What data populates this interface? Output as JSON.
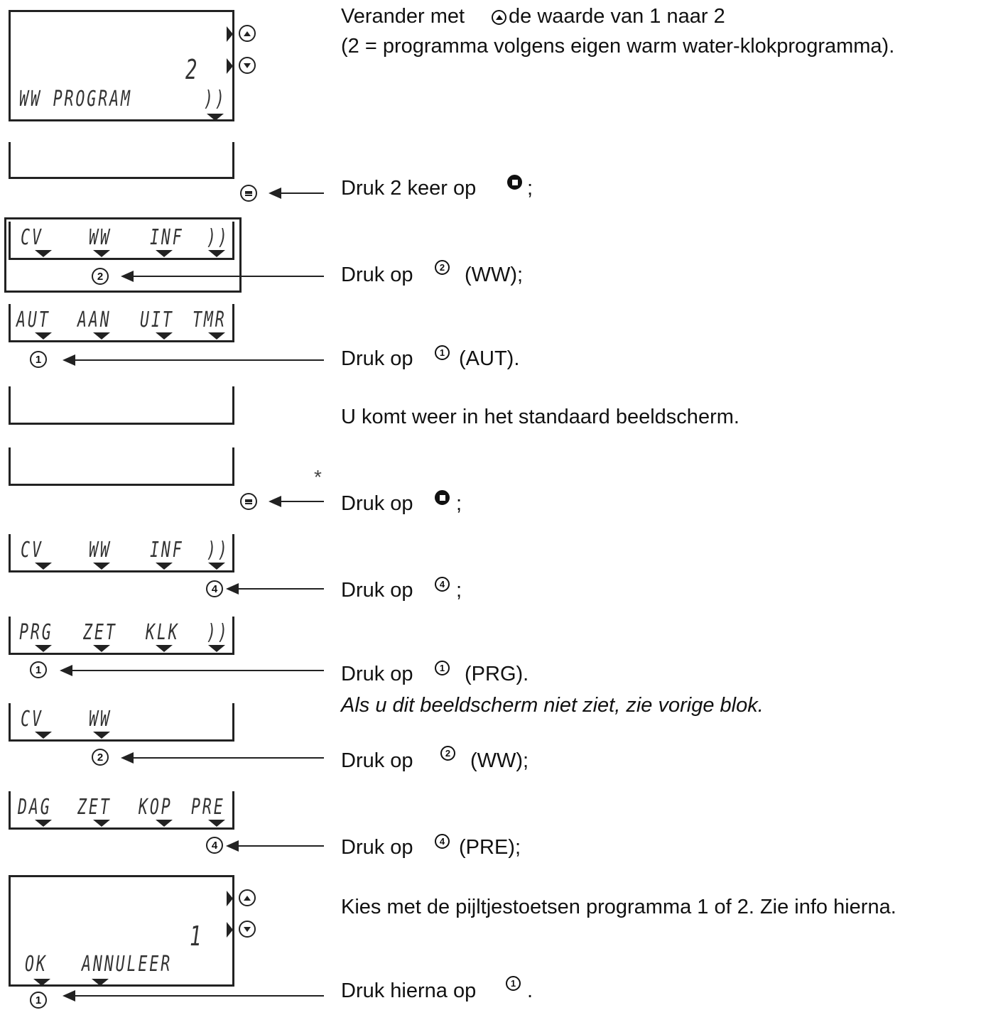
{
  "screens": {
    "s1": {
      "value": "2",
      "label": "WW PROGRAM",
      "more": "))"
    },
    "s3": {
      "items": [
        "CV",
        "WW",
        "INF",
        "))"
      ]
    },
    "s4": {
      "items": [
        "AUT",
        "AAN",
        "UIT",
        "TMR"
      ]
    },
    "s7": {
      "items": [
        "CV",
        "WW",
        "INF",
        "))"
      ]
    },
    "s8": {
      "items": [
        "PRG",
        "ZET",
        "KLK",
        "))"
      ]
    },
    "s9": {
      "items": [
        "CV",
        "WW"
      ]
    },
    "s10": {
      "items": [
        "DAG",
        "ZET",
        "KOP",
        "PRE"
      ]
    },
    "s11": {
      "value": "1",
      "ok": "OK",
      "cancel": "ANNULEER"
    }
  },
  "buttons": {
    "b1": "1",
    "b2": "2",
    "b4": "4"
  },
  "asterisk": "*",
  "steps": {
    "t1a": "Verander met",
    "t1b": "de waarde van 1 naar 2",
    "t1c": "(2 = programma volgens eigen warm water-klokprogramma).",
    "t2a": "Druk 2 keer op",
    "t2b": ";",
    "t3a": "Druk op",
    "t3b": "(WW);",
    "t4a": "Druk op",
    "t4b": "(AUT).",
    "t5": "U komt weer in het standaard beeldscherm.",
    "t6a": "Druk op",
    "t6b": ";",
    "t7a": "Druk op",
    "t7b": ";",
    "t8a": "Druk op",
    "t8b": "(PRG).",
    "t8c": "Als u dit beeldscherm niet ziet, zie vorige blok.",
    "t9a": "Druk op",
    "t9b": "(WW);",
    "t10a": "Druk op",
    "t10b": "(PRE);",
    "t11": "Kies met de pijltjestoetsen programma 1 of 2. Zie info hierna.",
    "t12a": "Druk hierna op",
    "t12b": "."
  }
}
